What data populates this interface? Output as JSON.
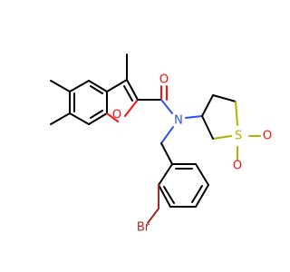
{
  "molecule": {
    "atoms": {
      "o_furan": "O",
      "o_carbonyl": "O",
      "n_amide": "N",
      "s_sulfone": "S",
      "o_sulfone_1": "O",
      "o_sulfone_2": "O",
      "br": "Br"
    },
    "colors": {
      "bond": "#000000",
      "oxygen": "#ff0d0d",
      "nitrogen": "#3050f8",
      "sulfur": "#b2b200",
      "bromine": "#a62929"
    }
  }
}
